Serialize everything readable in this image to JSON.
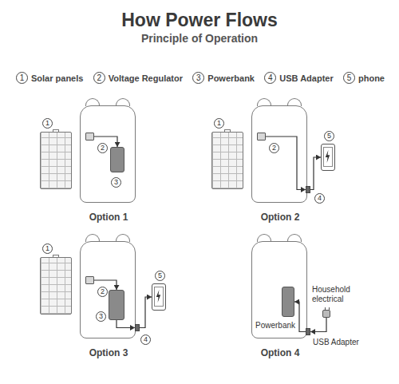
{
  "diagram": {
    "title": "How Power Flows",
    "nodes": [
      {
        "text": [
          "Option 1"
        ]
      },
      {
        "text": [
          "1"
        ]
      },
      {
        "text": [
          "2"
        ],
        "in": 0
      },
      {
        "text": [
          "3"
        ],
        "in": 0
      },
      {
        "text": [
          "Option 2"
        ]
      },
      {
        "text": [
          "1"
        ]
      },
      {
        "text": [
          "2"
        ],
        "in": 4
      },
      {
        "text": [
          "4"
        ],
        "in": 4
      },
      {
        "text": [
          "5"
        ]
      },
      {
        "text": [
          "Option 3"
        ]
      },
      {
        "text": [
          "1"
        ]
      },
      {
        "text": [
          "2"
        ],
        "in": 9
      },
      {
        "text": [
          "3"
        ],
        "in": 9
      },
      {
        "text": [
          "4"
        ],
        "in": 9
      },
      {
        "text": [
          "5"
        ]
      },
      {
        "text": [
          "Option 4"
        ]
      },
      {
        "text": [
          "Powerbank"
        ],
        "in": 15
      },
      {
        "text": [
          "USB Adapter"
        ],
        "in": 15
      },
      {
        "text": [
          "Household electrical"
        ]
      }
    ],
    "edges": [
      {
        "from": 2,
        "to": 3,
        "arrow": "to"
      },
      {
        "from": 6,
        "to": 7,
        "arrow": "to"
      },
      {
        "from": 7,
        "to": 8,
        "arrow": "to"
      },
      {
        "from": 11,
        "to": 12,
        "arrow": "to"
      },
      {
        "from": 12,
        "to": 13,
        "arrow": "to"
      },
      {
        "from": 13,
        "to": 14,
        "arrow": "to"
      },
      {
        "from": 18,
        "to": 17,
        "arrow": "to"
      },
      {
        "from": 17,
        "to": 16,
        "arrow": "to"
      }
    ],
    "labels": [
      "Principle of Operation",
      "1",
      "Solar panels",
      "2",
      "Voltage Regulator",
      "3",
      "Powerbank",
      "4",
      "USB Adapter",
      "5",
      "phone"
    ]
  }
}
